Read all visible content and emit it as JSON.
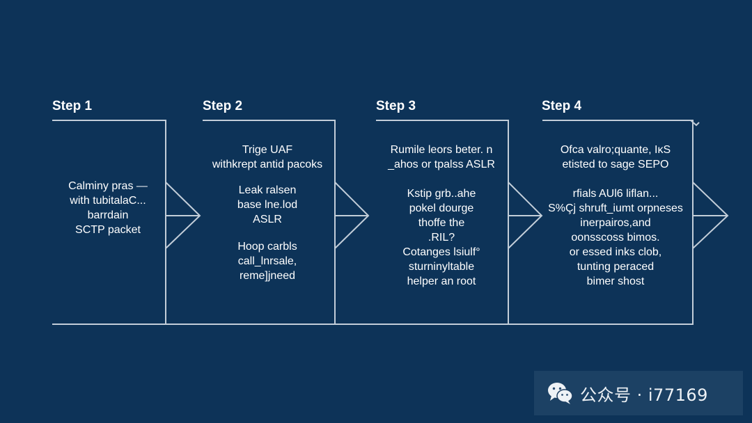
{
  "steps": [
    {
      "title": "Step 1",
      "lines": [
        "Calminy pras —",
        "with tubitalaC...",
        "barrdain",
        "SCTP packet"
      ]
    },
    {
      "title": "Step 2",
      "groups": [
        [
          "Trige UAF",
          "withkrept antid pacoks"
        ],
        [
          "Leak ralsen",
          "base lne.lod",
          "ASLR"
        ],
        [
          "Hoop carbls",
          "call_lnrsale,",
          "reme]jneed"
        ]
      ]
    },
    {
      "title": "Step 3",
      "groups": [
        [
          "Rumile leors beter. n",
          "_ahos or tpalss ASLR"
        ],
        [
          "Kstip grb..ahe",
          "pokel dourge",
          "thoffe the",
          ".RIL?",
          "Cotanges lsiulf°",
          "sturninyltable",
          "helper an root"
        ]
      ]
    },
    {
      "title": "Step 4",
      "groups": [
        [
          "Ofca valro;quante, IĸS",
          "etisted to sage SEPO"
        ],
        [
          "rfials AUl6 liflan...",
          "S%Çj shruft_iumt orpneses",
          "inerpairos,and",
          "oonsscoss bimos.",
          "or essed inks clob,",
          "tunting peraced",
          "bimer shost"
        ]
      ]
    }
  ],
  "watermark": {
    "icon": "wechat-icon",
    "text": "公众号 · i77169"
  },
  "colors": {
    "background": "#0d3358",
    "lines": "#c3ced9",
    "text": "#ffffff"
  }
}
